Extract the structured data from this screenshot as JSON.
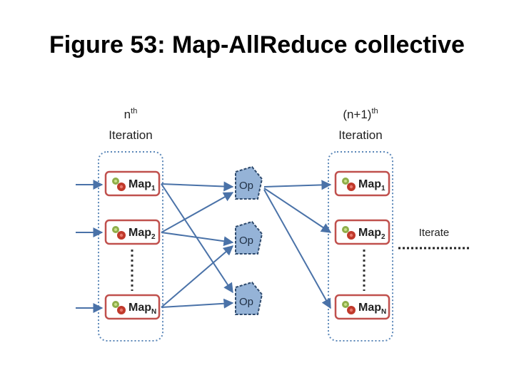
{
  "title": "Figure 53: Map-AllReduce collective",
  "left_iteration": {
    "head": "n",
    "sup": "th",
    "label": "Iteration"
  },
  "right_iteration": {
    "head": "(n+1)",
    "sup": "th",
    "label": "Iteration"
  },
  "maps": [
    {
      "label": "Map",
      "sub": "1"
    },
    {
      "label": "Map",
      "sub": "2"
    },
    {
      "label": "Map",
      "sub": "N"
    }
  ],
  "ops": [
    "Op",
    "Op",
    "Op"
  ],
  "iterate_label": "Iterate",
  "colors": {
    "arrow": "#4a72a8",
    "map_border": "#c0504d",
    "op_fill": "#95b3d7",
    "op_border": "#2f4b6e",
    "group_border": "#5b87b8"
  }
}
